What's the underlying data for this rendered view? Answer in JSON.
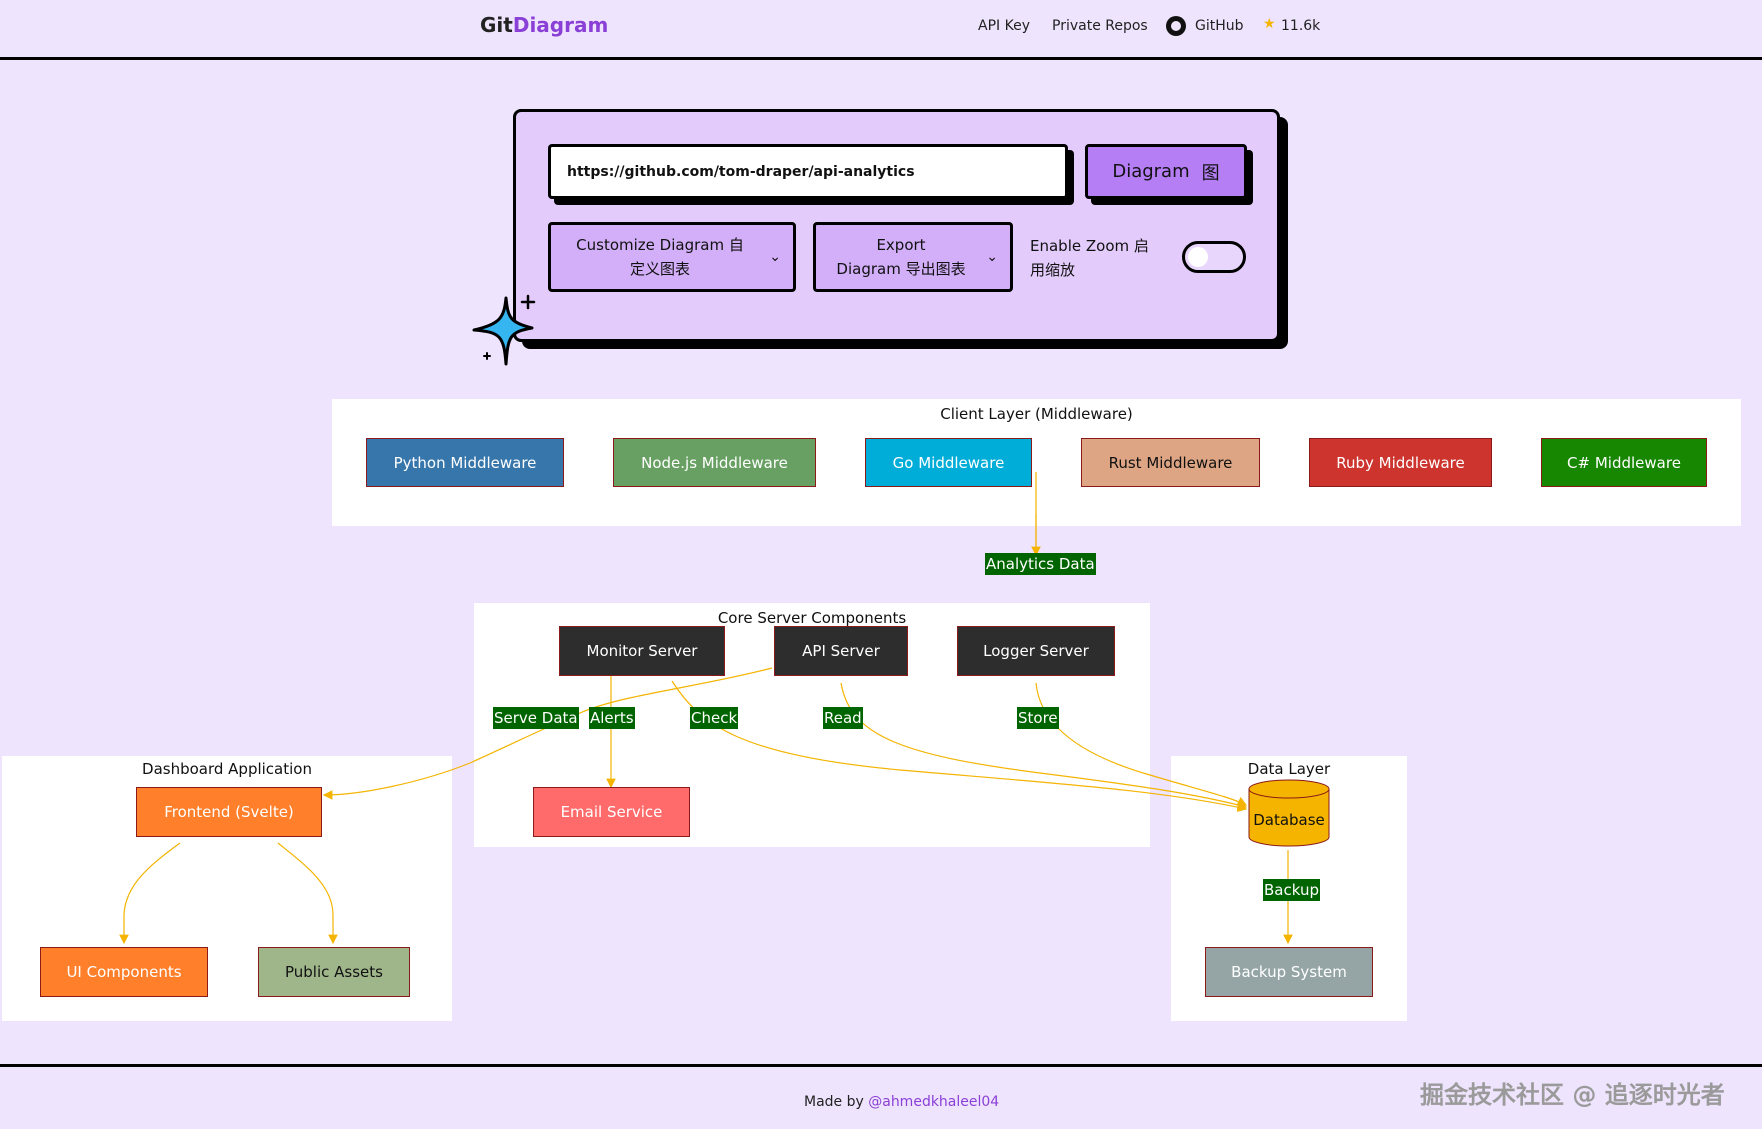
{
  "header": {
    "brand_part1": "Git",
    "brand_part2": "Diagram",
    "nav": {
      "api_key": "API Key",
      "private_repos": "Private Repos",
      "github": "GitHub",
      "stars": "11.6k"
    }
  },
  "form": {
    "repo_url": "https://github.com/tom-draper/api-analytics",
    "diagram_button": "Diagram",
    "diagram_button_cjk": "图",
    "customize_line1": "Customize Diagram 自",
    "customize_line2": "定义图表",
    "export_line1": "Export",
    "export_line2": "Diagram 导出图表",
    "zoom_line1": "Enable Zoom 启",
    "zoom_line2": "用缩放",
    "zoom_enabled": false
  },
  "diagram": {
    "clusters": {
      "client": "Client Layer (Middleware)",
      "core": "Core Server Components",
      "dashboard": "Dashboard Application",
      "data": "Data Layer"
    },
    "nodes": {
      "python": "Python Middleware",
      "nodejs": "Node.js Middleware",
      "go": "Go Middleware",
      "rust": "Rust Middleware",
      "ruby": "Ruby Middleware",
      "csharp": "C# Middleware",
      "monitor": "Monitor Server",
      "api": "API Server",
      "logger": "Logger Server",
      "email": "Email Service",
      "frontend": "Frontend (Svelte)",
      "ui": "UI Components",
      "assets": "Public Assets",
      "database": "Database",
      "backup": "Backup System"
    },
    "edge_labels": {
      "analytics": "Analytics Data",
      "serve": "Serve Data",
      "alerts": "Alerts",
      "check": "Check",
      "read": "Read",
      "store": "Store",
      "backup": "Backup"
    },
    "colors": {
      "python": "#3776ab",
      "nodejs": "#68a063",
      "go": "#00add8",
      "rust": "#dea584",
      "ruby": "#cc342d",
      "csharp": "#178600",
      "server": "#2d2d2d",
      "email": "#ff6b6b",
      "frontend": "#ff7f2a",
      "assets": "#9fb68a",
      "database": "#f4b400",
      "backup": "#95a5a6",
      "edge": "#f4b400",
      "edge_label_bg": "#006400"
    }
  },
  "footer": {
    "made_by": "Made by",
    "author": "@ahmedkhaleel04",
    "watermark": "掘金技术社区 @ 追逐时光者"
  }
}
